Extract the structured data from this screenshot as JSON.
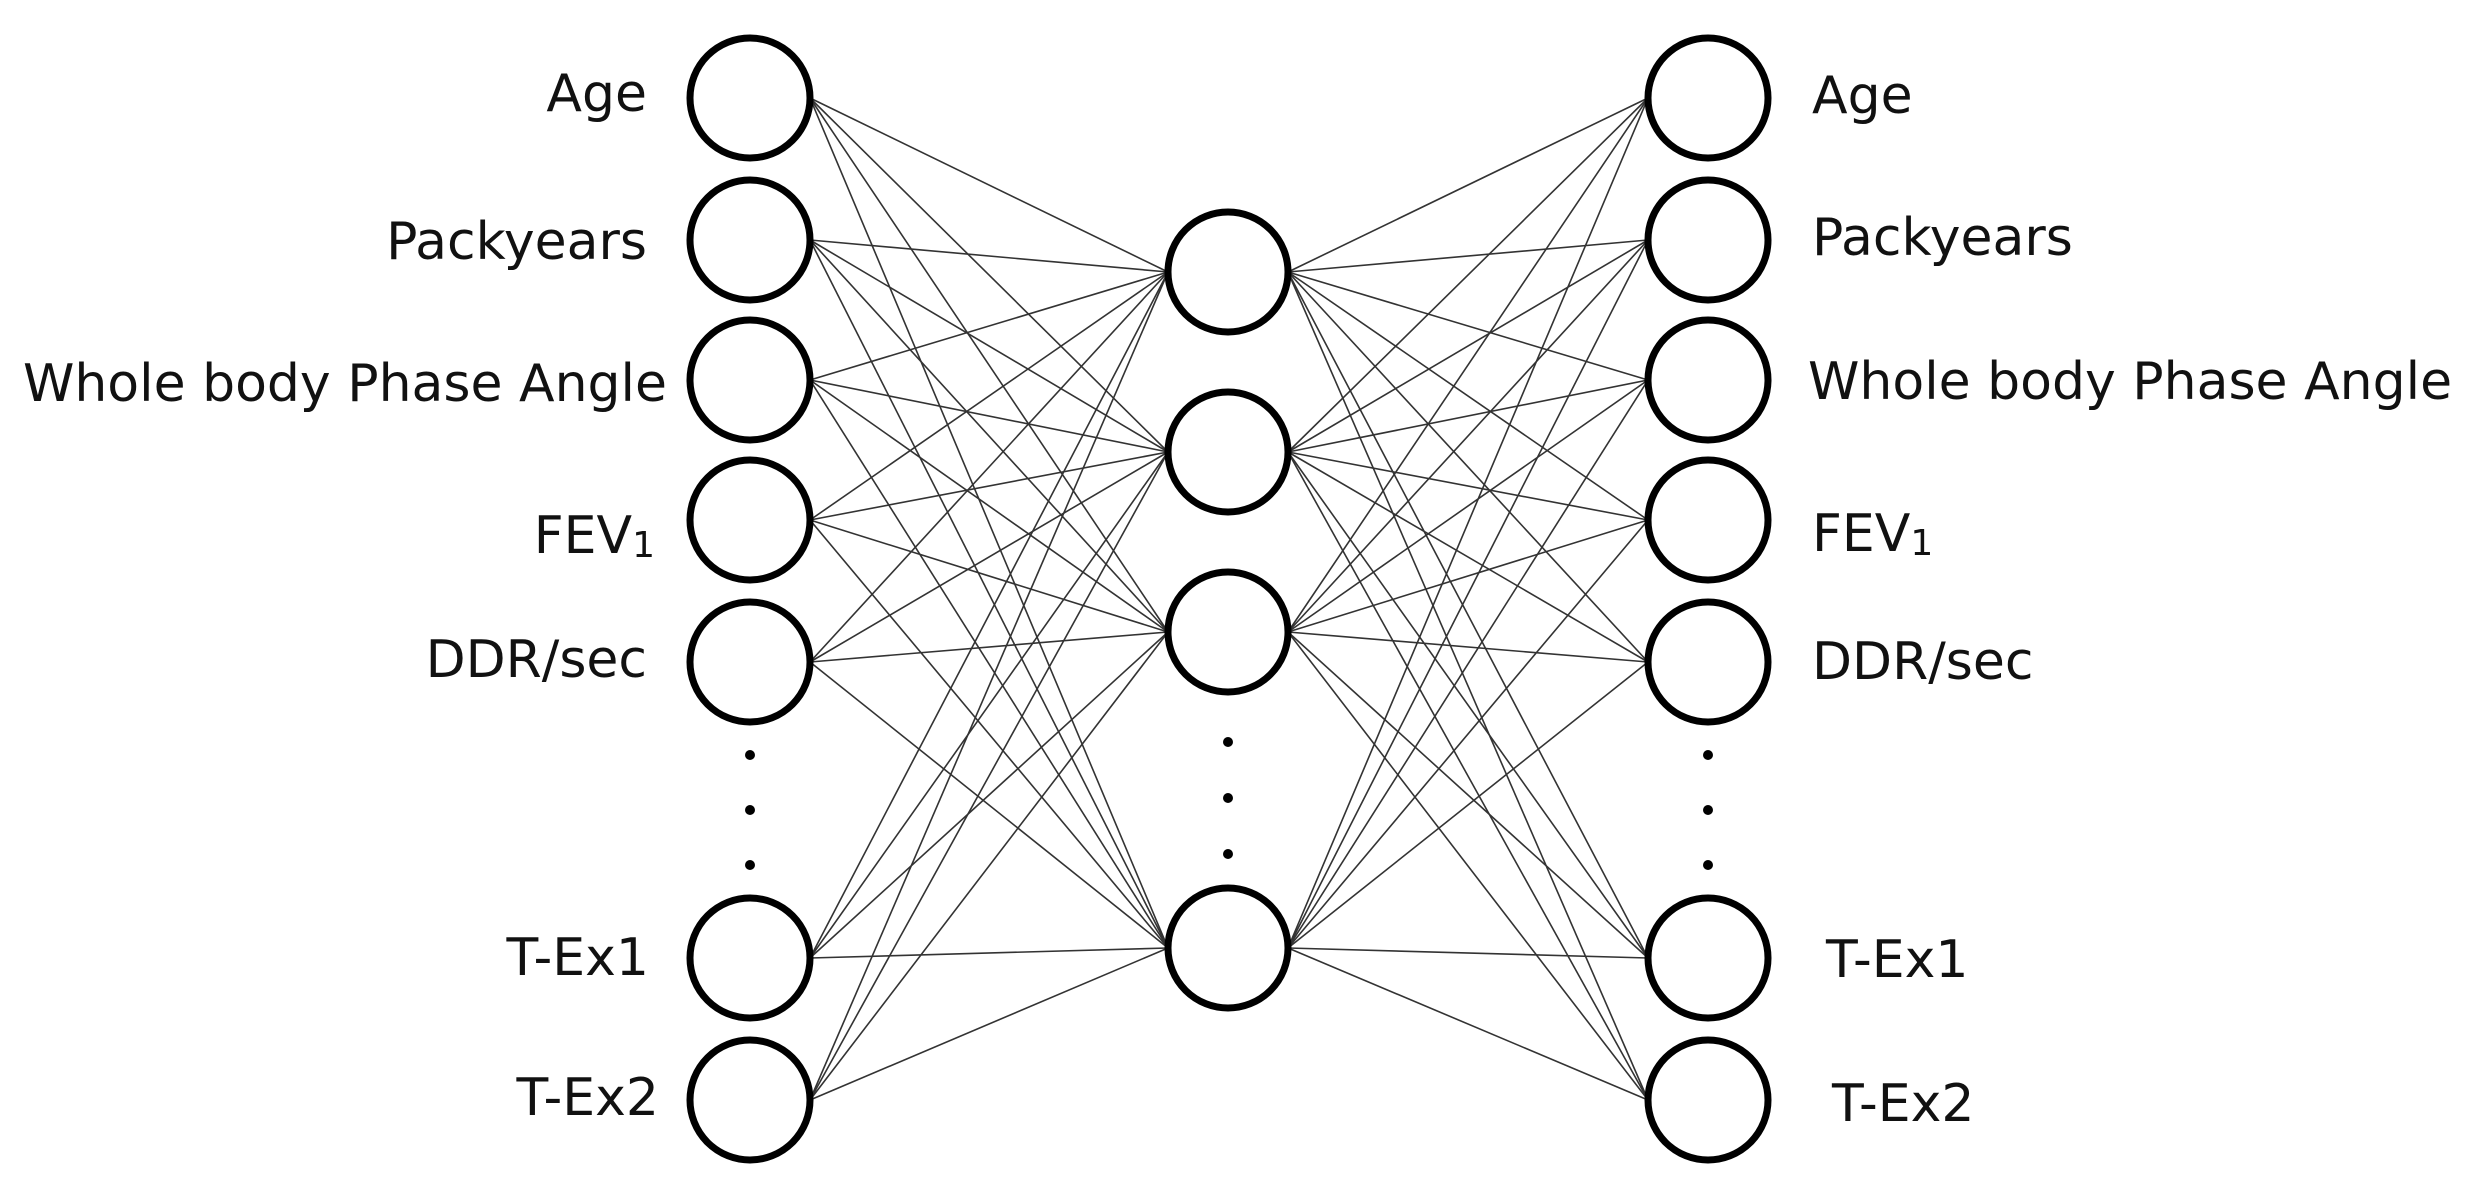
{
  "input_layer": {
    "labels": [
      {
        "text": "Age"
      },
      {
        "text": "Packyears"
      },
      {
        "text": "Whole body Phase Angle"
      },
      {
        "text": "FEV",
        "sub": "1"
      },
      {
        "text": "DDR/sec"
      },
      {
        "text": "T-Ex1"
      },
      {
        "text": "T-Ex2"
      }
    ]
  },
  "hidden_layer": {
    "node_count_shown": 4
  },
  "output_layer": {
    "labels": [
      {
        "text": "Age"
      },
      {
        "text": "Packyears"
      },
      {
        "text": "Whole body Phase Angle"
      },
      {
        "text": "FEV",
        "sub": "1"
      },
      {
        "text": "DDR/sec"
      },
      {
        "text": "T-Ex1"
      },
      {
        "text": "T-Ex2"
      }
    ]
  },
  "ellipsis": "·",
  "colors": {
    "stroke": "#000000",
    "edge": "#333333",
    "text": "#111111"
  }
}
